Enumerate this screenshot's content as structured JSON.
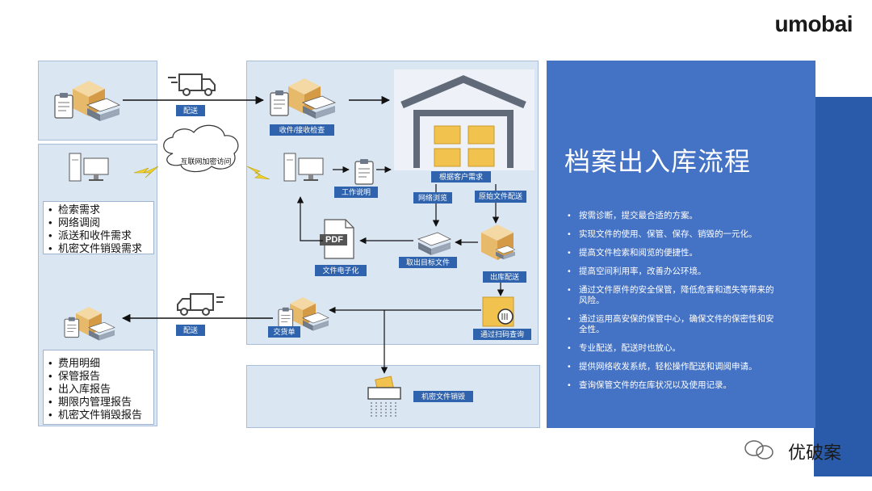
{
  "logo": "umobai",
  "title": "档案出入库流程",
  "benefits": [
    "按需诊断，提交最合适的方案。",
    "实现文件的使用、保管、保存、销毁的一元化。",
    "提高文件检索和阅览的便捷性。",
    "提高空间利用率，改善办公环境。",
    "通过文件原件的安全保管，降低危害和遗失等带来的风险。",
    "通过运用高安保的保管中心，确保文件的保密性和安全性。",
    "专业配送，配送时也放心。",
    "提供网络收发系统，轻松操作配送和调阅申请。",
    "查询保管文件的在库状况以及使用记录。"
  ],
  "client_requests": [
    "检索需求",
    "网络调阅",
    "派送和收件需求",
    "机密文件销毁需求"
  ],
  "client_reports": [
    "费用明细",
    "保管报告",
    "出入库报告",
    "期限内管理报告",
    "机密文件销毁报告"
  ],
  "labels": {
    "deliver_in": "配送",
    "deliver_out": "配送",
    "receive": "收件/接收检查",
    "internet": "互联网加密访问",
    "work_desc": "工作说明",
    "by_request": "根据客户需求",
    "web_browse": "网络浏览",
    "original_delivery": "原始文件配送",
    "digitize": "文件电子化",
    "retrieve": "取出目标文件",
    "outbound": "出库配送",
    "scan_query": "通过扫码查询",
    "handover": "交货单",
    "shred": "机密文件销毁",
    "pdf": "PDF"
  },
  "watermark": "优破案",
  "colors": {
    "panel": "#dbe6f3",
    "accent": "#2f63ad",
    "info": "#4472c4"
  }
}
